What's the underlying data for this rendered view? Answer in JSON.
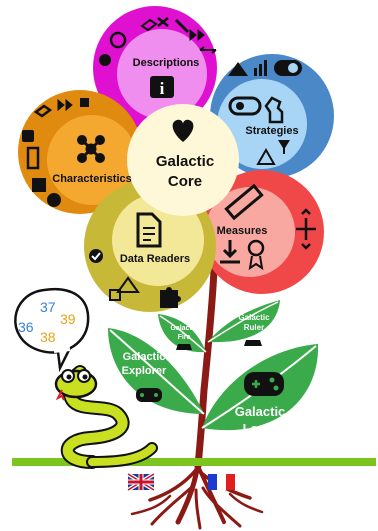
{
  "petals": {
    "descriptions": "Descriptions",
    "strategies": "Strategies",
    "characteristics": "Characteristics",
    "measures": "Measures",
    "data_readers": "Data Readers"
  },
  "core": {
    "line1": "Galactic",
    "line2": "Core"
  },
  "leaves": {
    "fire": {
      "line1": "Galactic",
      "line2": "Fire"
    },
    "ruler": {
      "line1": "Galactic",
      "line2": "Ruler"
    },
    "explorer": {
      "line1": "Galactic",
      "line2": "Explorer"
    },
    "laser": {
      "line1": "Galactic",
      "line2": "Laser"
    }
  },
  "speech_numbers": [
    {
      "text": "37",
      "color": "#3a7fd5"
    },
    {
      "text": "39",
      "color": "#e8a21a"
    },
    {
      "text": "36",
      "color": "#3a7fd5"
    },
    {
      "text": "38",
      "color": "#e8a21a"
    }
  ],
  "colors": {
    "descriptions": "#e010d0",
    "strategies": "#4a88c8",
    "characteristics": "#e08a10",
    "measures": "#f04848",
    "data_readers": "#c8b838",
    "core": "#fff8d8",
    "leaf": "#3aaa4a",
    "stem": "#8b1a14",
    "ground": "#7cc41e"
  },
  "icons": [
    "info-icon",
    "heart-icon",
    "network-icon",
    "knight-icon",
    "recycle-icon",
    "toggle-icon",
    "ruler-icon",
    "download-icon",
    "award-icon",
    "move-icon",
    "document-icon",
    "puzzle-icon",
    "gamepad-icon",
    "snake-mascot",
    "uk-flag-icon",
    "fr-flag-icon"
  ]
}
